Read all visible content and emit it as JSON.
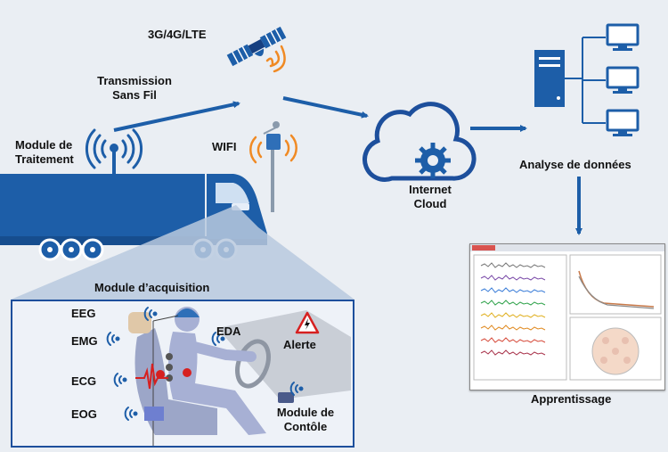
{
  "labels": {
    "cellular": "3G/4G/LTE",
    "transmission": "Transmission\nSans Fil",
    "module_traitement": "Module de\nTraitement",
    "wifi": "WIFI",
    "internet_cloud": "Internet\nCloud",
    "analyse": "Analyse de données",
    "apprentissage": "Apprentissage",
    "module_acquisition": "Module d’acquisition",
    "eeg": "EEG",
    "emg": "EMG",
    "ecg": "ECG",
    "eog": "EOG",
    "eda": "EDA",
    "alerte": "Alerte",
    "module_controle": "Module de\nContôle"
  },
  "colors": {
    "primary_blue": "#1d5ea8",
    "dark_blue": "#123f80",
    "signal_orange": "#f08a24",
    "background": "#eaeef3",
    "alert_red": "#d62020"
  },
  "icons": [
    "satellite-icon",
    "antenna-icon",
    "wifi-signal-icon",
    "cloud-gear-icon",
    "server-icon",
    "monitor-icon",
    "truck-icon",
    "warning-icon",
    "wireless-sensor-icon"
  ]
}
